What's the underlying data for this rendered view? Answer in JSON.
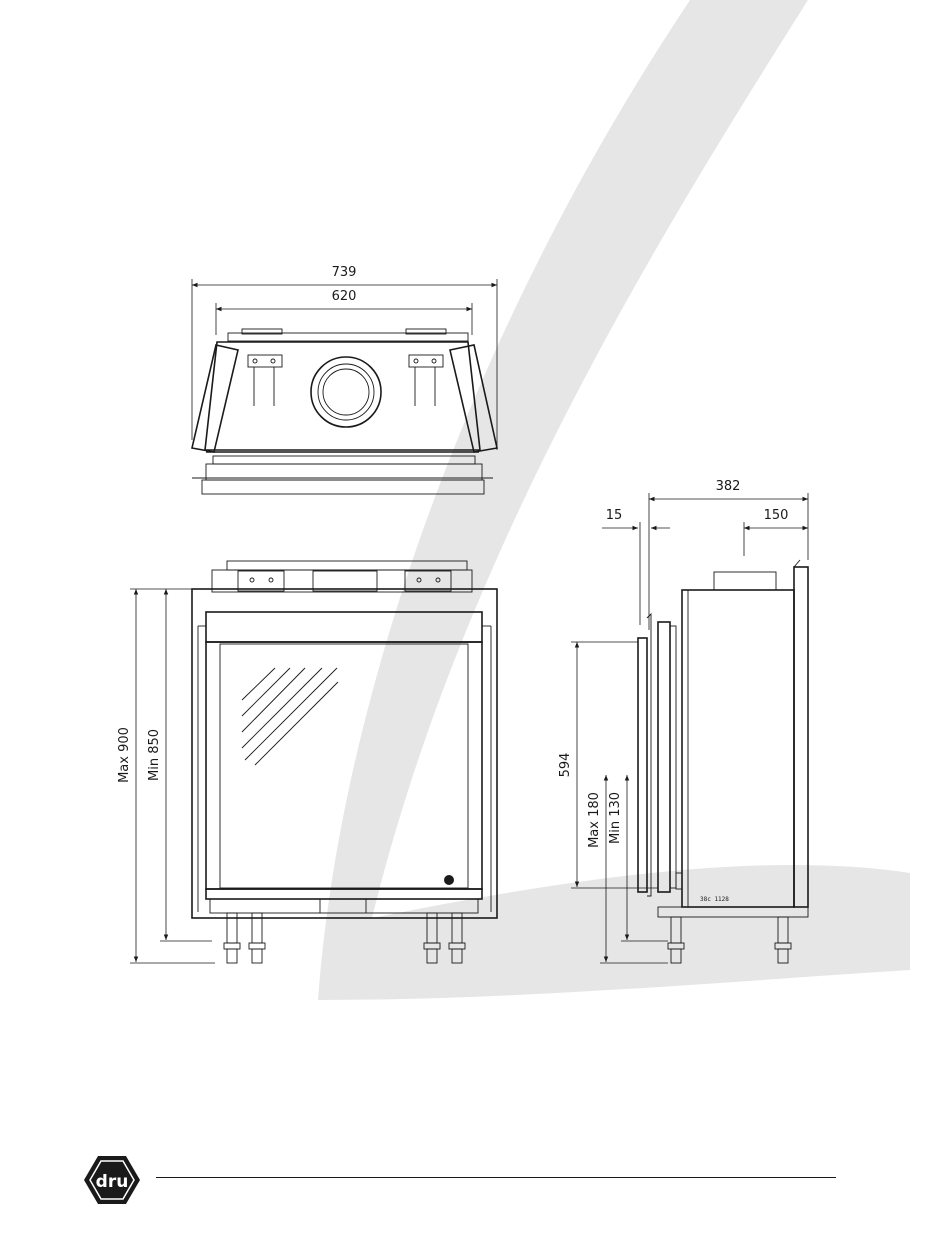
{
  "top_view": {
    "dim_outer": "739",
    "dim_inner": "620"
  },
  "front_view": {
    "dim_max_height": "Max 900",
    "dim_min_height": "Min 850"
  },
  "side_view": {
    "dim_depth": "382",
    "dim_front_offset": "15",
    "dim_flue_offset": "150",
    "dim_glass_height": "594",
    "dim_max_base": "Max 180",
    "dim_min_base": "Min 130",
    "label_plate": "38c 1128"
  },
  "brand": {
    "logo_text": "dru"
  },
  "colors": {
    "swoosh": "#e6e6e6",
    "ink": "#1a1a1a"
  }
}
